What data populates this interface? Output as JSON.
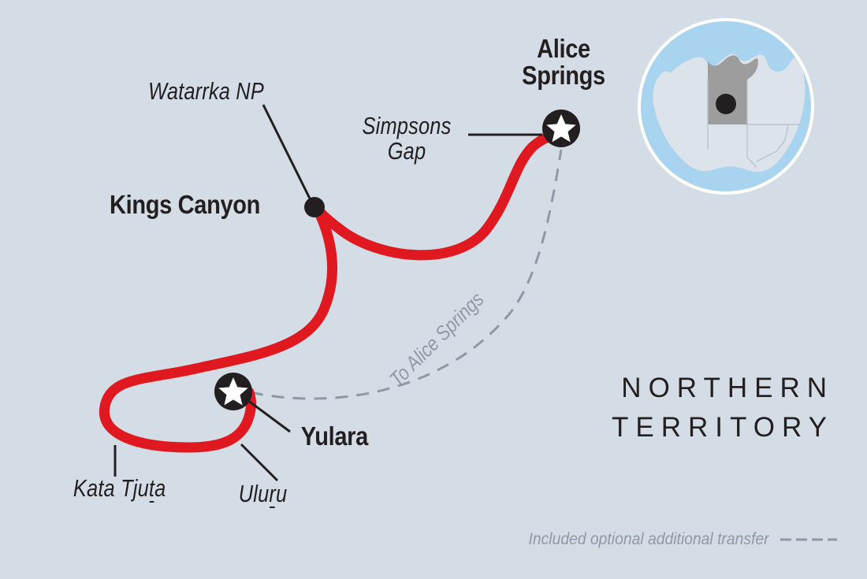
{
  "map": {
    "background_color": "#d4dde6",
    "route_color": "#e0181f",
    "marker_color": "#231f20",
    "transfer_line_color": "#8d9aa6",
    "region_label": {
      "line1": "NORTHERN",
      "line2": "TERRITORY"
    }
  },
  "places": [
    {
      "id": "alice-springs",
      "name_line1": "Alice",
      "name_line2": "Springs",
      "type": "star-city"
    },
    {
      "id": "kings-canyon",
      "name": "Kings Canyon",
      "type": "dot-city"
    },
    {
      "id": "yulara",
      "name": "Yulara",
      "type": "star-city"
    },
    {
      "id": "watarrka-np",
      "name": "Watarrka NP",
      "type": "poi"
    },
    {
      "id": "simpsons-gap",
      "name_line1": "Simpsons",
      "name_line2": "Gap",
      "type": "poi"
    },
    {
      "id": "kata-tjuta",
      "name_prefix": "Kata Tju",
      "name_underbar": "t",
      "name_suffix": "a",
      "type": "poi"
    },
    {
      "id": "uluru",
      "name_prefix": "Ulu",
      "name_underbar": "r",
      "name_suffix": "u",
      "type": "poi"
    }
  ],
  "transfer": {
    "path_label": "To Alice Springs"
  },
  "legend": {
    "label": "Included optional additional transfer"
  },
  "inset": {
    "ocean_color": "#a8d4ef",
    "land_color": "#dce3ea",
    "highlight_color": "#9d9d9d",
    "ring_color": "#ffffff",
    "marker_color": "#231f20",
    "highlighted_region": "Northern Territory"
  }
}
